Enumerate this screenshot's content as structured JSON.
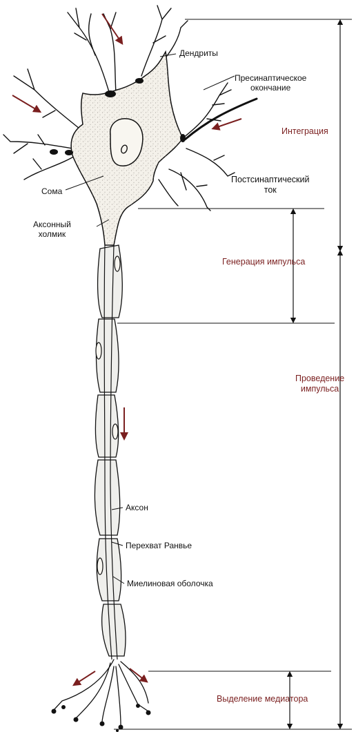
{
  "structure_labels": {
    "dendrites": "Дендриты",
    "presynaptic_line1": "Пресинаптическое",
    "presynaptic_line2": "окончание",
    "soma": "Сома",
    "axon_hillock_line1": "Аксонный",
    "axon_hillock_line2": "холмик",
    "axon": "Аксон",
    "node_of_ranvier": "Перехват Ранвье",
    "myelin_sheath": "Миелиновая оболочка"
  },
  "function_labels": {
    "integration": "Интеграция",
    "postsynaptic_line1": "Постсинаптический",
    "postsynaptic_line2": "ток",
    "impulse_generation": "Генерация импульса",
    "conduction_line1": "Проведение",
    "conduction_line2": "импульса",
    "transmitter_release": "Выделение медиатора"
  },
  "colors": {
    "line": "#111111",
    "function_text": "#7a1f1f",
    "flow_arrow": "#7a1f1f",
    "cell_fill": "#f4f1ea",
    "stipple": "#8a8580",
    "myelin_fill": "#efefec"
  }
}
